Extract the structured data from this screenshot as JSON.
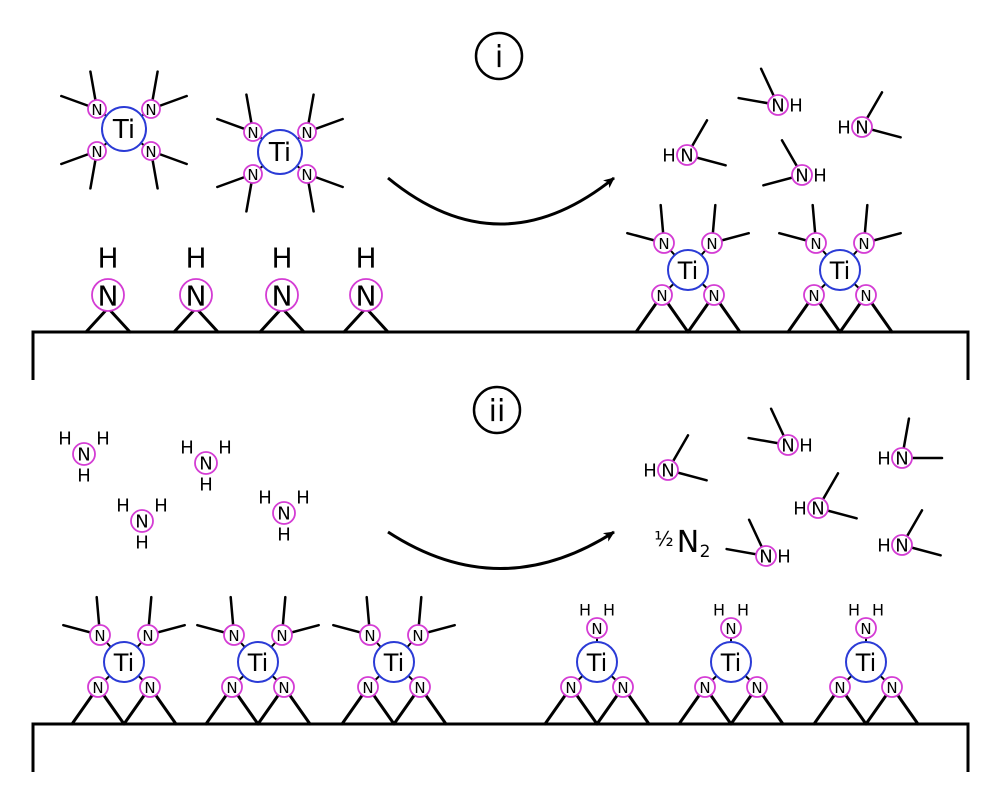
{
  "labels": {
    "step_i": "i",
    "step_ii": "ii",
    "ti": "Ti",
    "n": "N",
    "h": "H",
    "nh_suffix": "NH",
    "hn_prefix": "HN",
    "half_n2_fraction": "½",
    "half_n2_species": "N",
    "half_n2_subscript": "2"
  },
  "colors": {
    "titanium_ring": "#2b3bd6",
    "nitrogen_ring": "#d43cd4",
    "line": "#000000"
  }
}
